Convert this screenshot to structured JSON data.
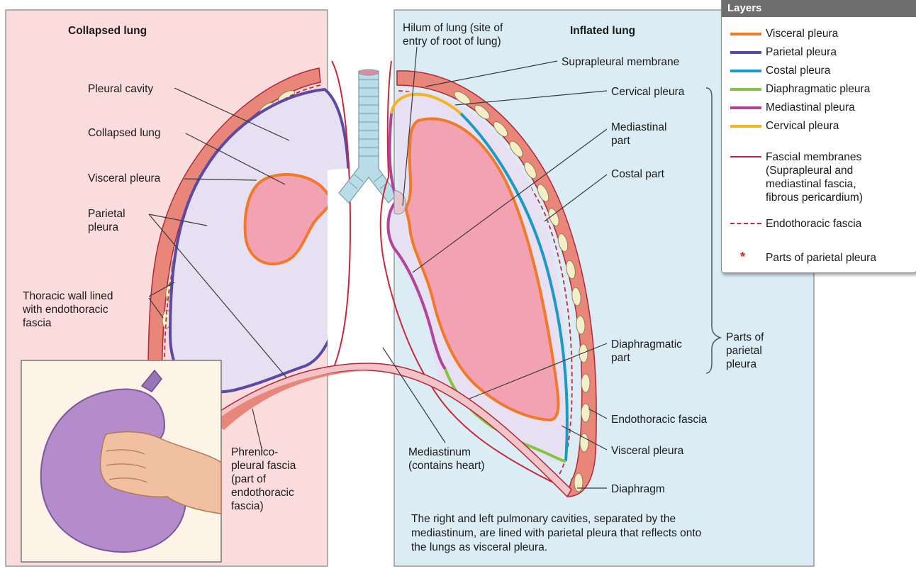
{
  "panels": {
    "left_title": "Collapsed lung",
    "right_title": "Inflated lung"
  },
  "labels": {
    "pleural_cavity": "Pleural cavity",
    "collapsed_lung": "Collapsed lung",
    "visceral_pleura_left": "Visceral pleura",
    "parietal_pleura_left": "Parietal\npleura",
    "thoracic_wall": "Thoracic wall lined\nwith endothoracic\nfascia",
    "phrenicopleural_fascia": "Phrenico-\npleural fascia\n(part of\nendothoracic\nfascia)",
    "mediastinum": "Mediastinum\n(contains heart)",
    "hilum": "Hilum of lung (site of\nentry of root of lung)",
    "suprapleural_membrane": "Suprapleural membrane",
    "cervical_pleura": "Cervical pleura",
    "mediastinal_part": "Mediastinal\npart",
    "costal_part": "Costal part",
    "diaphragmatic_part": "Diaphragmatic\npart",
    "parts_of_parietal_pleura": "Parts of\nparietal\npleura",
    "endothoracic_fascia": "Endothoracic fascia",
    "visceral_pleura_right": "Visceral pleura",
    "diaphragm": "Diaphragm"
  },
  "caption": "The right and left pulmonary cavities, separated by the\nmediastinum, are lined with parietal pleura that reflects onto\nthe lungs as visceral pleura.",
  "legend": {
    "title": "Layers",
    "items": [
      {
        "label": "Visceral pleura",
        "color": "#f07a2a",
        "style": "solid"
      },
      {
        "label": "Parietal pleura",
        "color": "#5a4aa8",
        "style": "solid"
      },
      {
        "label": "Costal pleura",
        "color": "#1a9bc4",
        "style": "solid"
      },
      {
        "label": "Diaphragmatic pleura",
        "color": "#86c440",
        "style": "solid"
      },
      {
        "label": "Mediastinal pleura",
        "color": "#b0449a",
        "style": "solid"
      },
      {
        "label": "Cervical pleura",
        "color": "#f2b324",
        "style": "solid"
      },
      {
        "label": "Fascial membranes\n(Suprapleural and\nmediastinal fascia,\nfibrous pericardium)",
        "color": "#c8283c",
        "style": "solid"
      },
      {
        "label": "Endothoracic fascia",
        "color": "#c8283c",
        "style": "dashed"
      },
      {
        "label": "Parts of parietal pleura",
        "color": "#d62828",
        "style": "asterisk",
        "symbol": "*"
      }
    ]
  },
  "colors": {
    "left_panel_bg": "#fbdcdc",
    "right_panel_bg": "#dcecf5",
    "pleural_cavity_fill": "#e6e0f2",
    "lung_fill": "#f2a2b2",
    "wall_fill": "#e8867a",
    "rib_fill": "#f6eec8",
    "inset_bg": "#fdf3e6",
    "balloon_fill": "#b48ccc",
    "fist_fill": "#f0c0a0",
    "trachea_fill": "#b8dce8"
  }
}
